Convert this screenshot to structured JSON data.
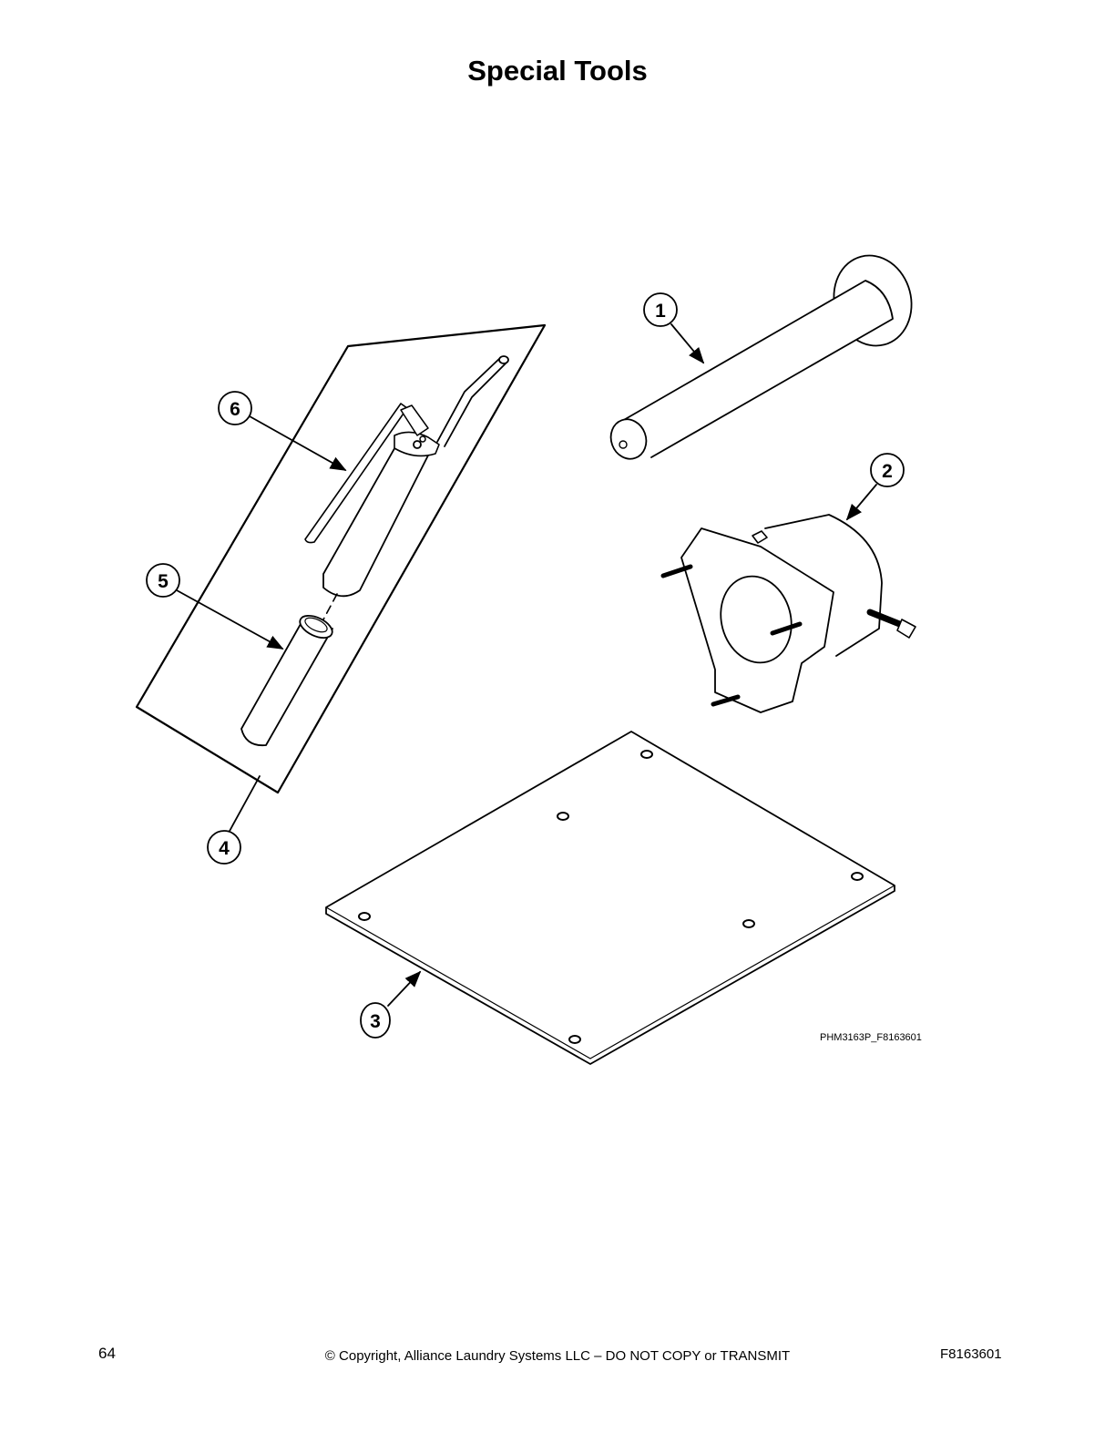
{
  "page": {
    "title": "Special Tools",
    "figure_id": "PHM3163P_F8163601",
    "page_number": "64",
    "copyright": "© Copyright, Alliance Laundry Systems LLC – DO NOT COPY or TRANSMIT",
    "document_number": "F8163601"
  },
  "callouts": [
    {
      "number": "1",
      "part": "shaft-puller-tool"
    },
    {
      "number": "2",
      "part": "bearing-puller-hub"
    },
    {
      "number": "3",
      "part": "base-plate"
    },
    {
      "number": "4",
      "part": "kit-packaging"
    },
    {
      "number": "5",
      "part": "grease-cartridge"
    },
    {
      "number": "6",
      "part": "grease-gun"
    }
  ]
}
